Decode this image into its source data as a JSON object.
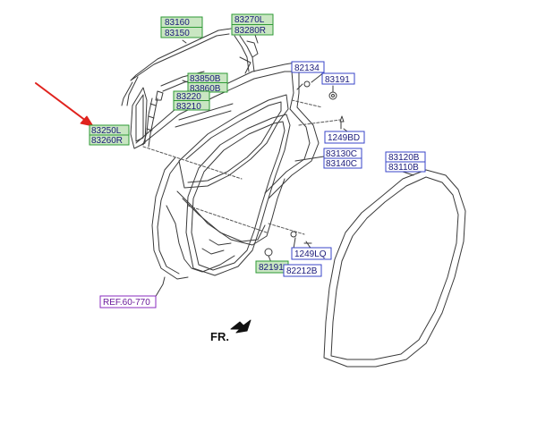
{
  "colors": {
    "green_box_fill": "#c9e6c2",
    "green_box_stroke": "#2e9a35",
    "blue_box_fill": "#ffffff",
    "blue_box_stroke": "#3a46c8",
    "ref_box_stroke": "#8a2bbf",
    "label_text": "#1a1a7a",
    "ref_text": "#6a1a9a",
    "arrow": "#e0231e",
    "line_art": "#3a3a3a"
  },
  "labels": {
    "l83160_83150": [
      "83160",
      "83150"
    ],
    "l83270_83280": [
      "83270L",
      "83280R"
    ],
    "l83850_83860": [
      "83850B",
      "83860B"
    ],
    "l83220_83210": [
      "83220",
      "83210"
    ],
    "l83250_83260": [
      "83250L",
      "83260R"
    ],
    "l82134": "82134",
    "l83191": "83191",
    "l1249bd": "1249BD",
    "l83130_83140": [
      "83130C",
      "83140C"
    ],
    "l83120_83110": [
      "83120B",
      "83110B"
    ],
    "l1249lq": "1249LQ",
    "l82191": "82191",
    "l82212b": "82212B",
    "ref": "REF.60-770",
    "front": "FR."
  },
  "icons": {
    "arrow": "red-pointer-arrow",
    "front_direction": "front-direction-arrow-icon"
  }
}
